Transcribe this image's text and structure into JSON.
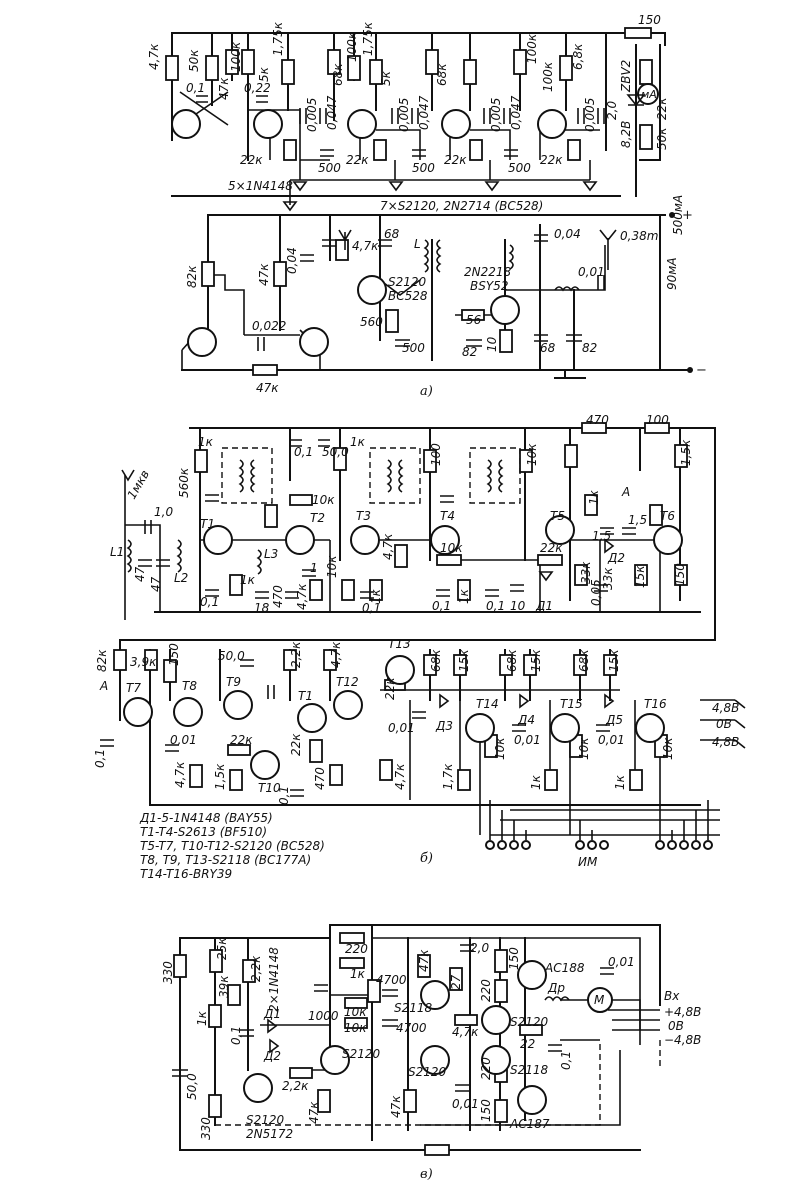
{
  "panel_a": {
    "caption": "а)",
    "labels": {
      "r_47k_left": "4,7к",
      "r_50k": "50к",
      "r_100k_1": "100к",
      "r_1_75k_1": "1,75к",
      "r_5k_1": "5к",
      "r_100k_2": "100к",
      "r_1_75k_2": "1,75к",
      "r_5k_2": "5к",
      "r_100k_3": "100к",
      "r_6_8k": "6,8к",
      "r_150": "150",
      "c_0_1": "0,1",
      "r_47k_x": "47к",
      "c_0_22": "0,22",
      "c_0_005_1": "0,005",
      "c_0_047_1": "0,047",
      "r_68k_1": "68к",
      "c_0_005_2": "0,005",
      "c_0_047_2": "0,047",
      "r_68k_2": "68к",
      "c_0_005_3": "0,005",
      "c_0_047_3": "0,047",
      "r_100k_4": "100к",
      "c_0_005_4": "0,005",
      "c_2_0": "2,0",
      "z_8_2v": "8,2В",
      "z_zbv2": "ZBV2",
      "meter": "мА",
      "r_22k_a": "22к",
      "r_50k_a": "50к",
      "r_22k_1": "22к",
      "c_500_1": "500",
      "r_22k_2": "22к",
      "c_500_2": "500",
      "r_22k_3": "22к",
      "c_500_3": "500",
      "r_22k_4": "22к",
      "diodes": "5×1N4148",
      "transistors": "7×S2120, 2N2714 (BC528)",
      "current_500": "500мА",
      "current_90": "90мА",
      "plus": "+",
      "minus": "−",
      "r_82k": "82к",
      "r_47k_b": "47к",
      "c_0_04": "0,04",
      "r_4_7k": "4,7к",
      "c_68": "68",
      "coil_L": "L",
      "t_s2120": "S2120",
      "t_bc528": "BC528",
      "r_560": "560",
      "c_500_4": "500",
      "c_0_022": "0,022",
      "r_47k_bottom": "47к",
      "t_2n2218": "2N2218",
      "t_bsy52": "BSY52",
      "r_56": "56",
      "c_82_1": "82",
      "r_10": "10",
      "c_68_2": "68",
      "c_82_2": "82",
      "c_0_04_b": "0,04",
      "c_0_01": "0,01",
      "antenna": "0,38m"
    }
  },
  "panel_b": {
    "caption": "б)",
    "labels": {
      "antenna": "1мкв",
      "r_560k": "560к",
      "r_1k_a": "1к",
      "c_0_1_a": "0,1",
      "c_50_0": "50,0",
      "r_1k_b": "1к",
      "r_100": "100",
      "r_10k_a": "10к",
      "r_470_top": "470",
      "r_100_top": "100",
      "r_1_5k": "1,5к",
      "c_1_0": "1,0",
      "l1": "L1",
      "c_47_1": "47",
      "c_47_2": "47",
      "l2": "L2",
      "t1": "T1",
      "r_1k_c": "1к",
      "l3": "L3",
      "t2": "T2",
      "r_10k_t2": "10к",
      "t3": "T3",
      "r_4_7k": "4,7к",
      "t4": "T4",
      "r_10k_t4": "10к",
      "t5": "T5",
      "r_22k": "22к",
      "r_1k_t5": "1к",
      "a_label": "А",
      "c_1_5_a": "1,5",
      "c_1_5_b": "1,5",
      "d2": "Д2",
      "t6": "T6",
      "r_33k_a": "33к",
      "r_33k_b": "33к",
      "r_15k": "15к",
      "r_150": "150",
      "c_0_1_b": "0,1",
      "c_18": "18",
      "c_470": "470",
      "r_4_7k_b": "4,7к",
      "c_1": "1",
      "r_10k_b": "10к",
      "c_0_1_c": "0,1",
      "r_1k_d": "1к",
      "c_0_1_d": "0,1",
      "r_1k_e": "1к",
      "c_0_1_e": "0,1",
      "c_10": "10",
      "d1": "Д1",
      "c_0_05": "0,05",
      "r_82k": "82к",
      "r_3_9k": "3,9к",
      "r_150_b": "150",
      "c_50_0_b": "50,0",
      "r_2_2k": "2,2к",
      "r_4_7k_c": "4,7к",
      "t13": "T13",
      "r_68k_1": "68к",
      "r_15k_1": "15к",
      "r_68k_2": "68к",
      "r_15k_2": "15к",
      "r_68k_3": "68к",
      "r_15k_3": "15к",
      "a2": "А",
      "t7": "T7",
      "c_0_1_f": "0,1",
      "t8": "T8",
      "t9": "T9",
      "t1b": "T1",
      "t12": "T12",
      "r_22k_b": "22к",
      "d3": "Д3",
      "t14": "T14",
      "d4": "Д4",
      "t15": "T15",
      "d5": "Д5",
      "t16": "T16",
      "v_4_8_a": "4,8В",
      "v_0": "0В",
      "v_4_8_b": "4,8В",
      "c_0_01_a": "0,01",
      "r_22k_c": "22к",
      "r_22k_d": "22к",
      "c_0_01_b": "0,01",
      "r_10k_c": "10к",
      "c_0_01_c": "0,01",
      "r_10k_d": "10к",
      "c_0_01_d": "0,01",
      "r_10k_e": "10к",
      "r_4_7k_d": "4,7к",
      "r_1_5k_b": "1,5к",
      "t10": "T10",
      "c_0_1_g": "0,1",
      "r_470": "470",
      "r_4_7k_e": "4,7к",
      "r_1_7k": "1,7к",
      "r_1k_f": "1к",
      "r_1k_g": "1к",
      "im": "ИМ",
      "legend_1": "Д1-5-1N4148 (BAY55)",
      "legend_2": "T1-T4-S2613 (BF510)",
      "legend_3": "T5-T7, T10-T12-S2120 (BC528)",
      "legend_4": "T8, T9, T13-S2118 (BC177A)",
      "legend_5": "T14-T16-BRY39"
    }
  },
  "panel_c": {
    "caption": "в)",
    "labels": {
      "r_330_a": "330",
      "r_25k": "25к",
      "r_2_2k": "2,2к",
      "d_2x": "2×1N4148",
      "r_39k": "39к",
      "r_1k": "1к",
      "c_0_1": "0,1",
      "d1": "Д1",
      "d2": "Д2",
      "c_1000": "1000",
      "r_220_a": "220",
      "r_1k_b": "1к",
      "r_10k_a": "10к",
      "r_10k_b": "10к",
      "c_4700_a": "4700",
      "t_s2118_a": "S2118",
      "c_4700_b": "4700",
      "r_47k_a": "47к",
      "r_27": "27",
      "c_2_0": "2,0",
      "r_150_a": "150",
      "t_ac188": "AC188",
      "c_0_01": "0,01",
      "r_220_b": "220",
      "t_s2120_a": "S2120",
      "dr": "Др",
      "motor": "М",
      "r_4_7k": "4,7к",
      "r_22": "22",
      "c_50_0": "50,0",
      "t_s2120_b": "S2120",
      "t_2n5172": "2N5172",
      "r_2_2k_b": "2,2к",
      "t_s2120_c": "S2120",
      "r_47k_b": "47к",
      "r_330_b": "330",
      "t_s2120_d": "S2120",
      "r_47k_c": "47к",
      "c_0_01_b": "0,01",
      "r_220_c": "220",
      "t_s2118_b": "S2118",
      "c_0_1_b": "0,1",
      "r_150_b": "150",
      "t_ac187": "AC187",
      "in_label": "Вх",
      "v_plus": "+4,8В",
      "v_0": "0В",
      "v_minus": "−4,8В"
    }
  }
}
